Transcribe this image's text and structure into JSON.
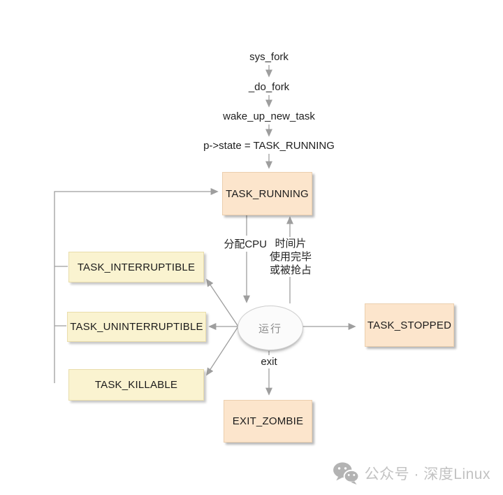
{
  "colors": {
    "peach_fill": "#fce5cc",
    "yellow_fill": "#faf3d0",
    "line_gray": "#9e9e9e",
    "text_dark": "#1b1b1b",
    "running_text_gray": "#8c8c8c",
    "watermark_gray": "#c2c2c2"
  },
  "call_chain": {
    "steps": [
      {
        "label": "sys_fork"
      },
      {
        "label": "_do_fork"
      },
      {
        "label": "wake_up_new_task"
      },
      {
        "label": "p->state = TASK_RUNNING"
      }
    ]
  },
  "states": {
    "running_box": "TASK_RUNNING",
    "interruptible": "TASK_INTERRUPTIBLE",
    "uninterruptible": "TASK_UNINTERRUPTIBLE",
    "killable": "TASK_KILLABLE",
    "stopped": "TASK_STOPPED",
    "zombie": "EXIT_ZOMBIE",
    "running_ellipse": "运行"
  },
  "edge_labels": {
    "allocate_cpu": "分配CPU",
    "timeslice": [
      "时间片",
      "使用完毕",
      "或被抢占"
    ],
    "exit": "exit"
  },
  "watermark": {
    "icon": "wechat-icon",
    "text": "公众号 · 深度Linux"
  }
}
